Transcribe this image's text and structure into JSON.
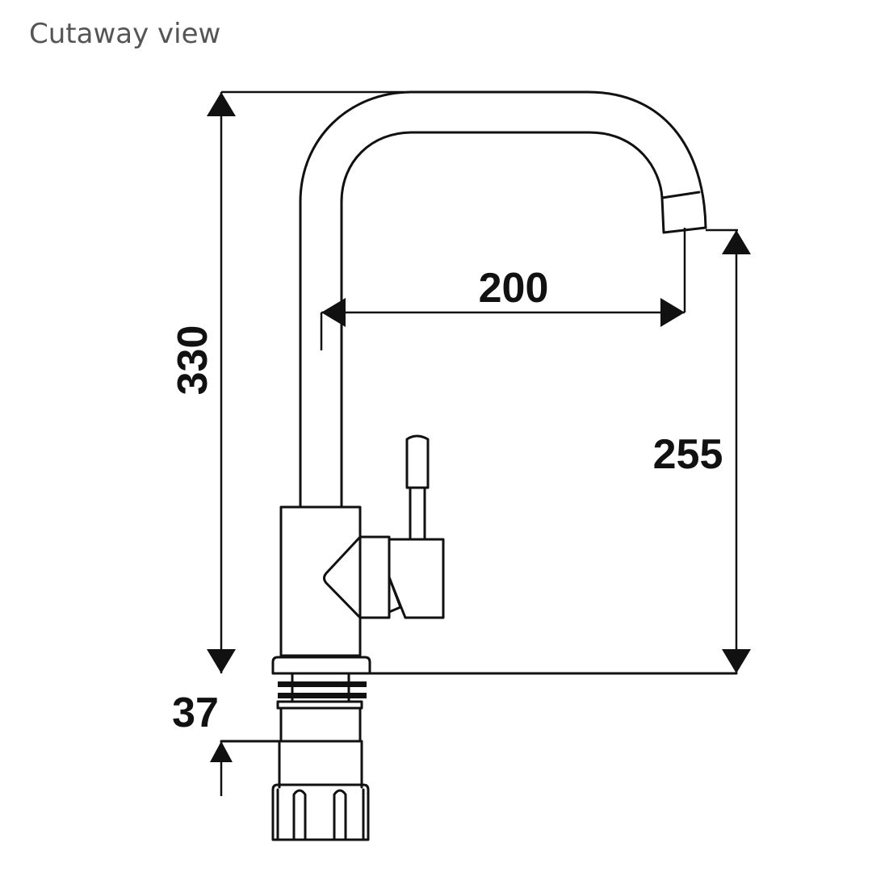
{
  "title": "Cutaway view",
  "dimensions": {
    "height_total": "330",
    "spout_reach": "200",
    "spout_height": "255",
    "base": "37"
  }
}
